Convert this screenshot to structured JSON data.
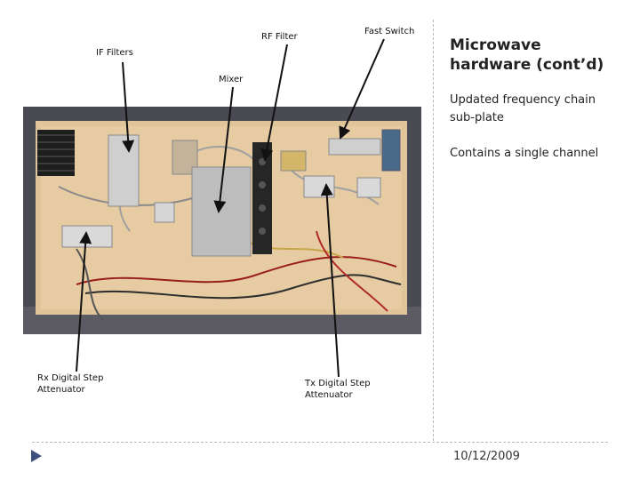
{
  "title": {
    "line1": "Microwave",
    "line2": "hardware (cont’d)"
  },
  "body": {
    "para1_line1": "Updated frequency chain",
    "para1_line2": "sub-plate",
    "para2": "Contains a single channel"
  },
  "labels": {
    "if_filters": "IF Filters",
    "rf_filter": "RF Filter",
    "fast_switch": "Fast Switch",
    "mixer": "Mixer",
    "rx_line1": "Rx Digital Step",
    "rx_line2": "Attenuator",
    "tx_line1": "Tx Digital Step",
    "tx_line2": "Attenuator"
  },
  "footer": {
    "date": "10/12/2009"
  },
  "image": {
    "subject": "frequency chain sub-plate photograph"
  },
  "colors": {
    "accent": "#3d4f7a",
    "plate": "#e0c49a",
    "photo_bg": "#4a4a52"
  }
}
